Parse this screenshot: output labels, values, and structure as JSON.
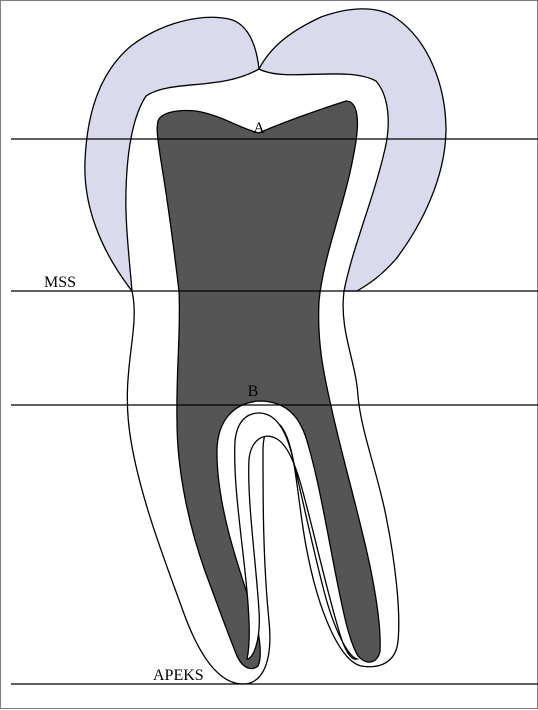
{
  "diagram": {
    "labels": {
      "a": "A",
      "mss": "MSS",
      "b": "B",
      "apex": "APEKS"
    },
    "colors": {
      "enamel": "#d9daeb",
      "dentin": "#ffffff",
      "pulp": "#555555",
      "outline": "#000000",
      "reference_lines": "#000000"
    }
  }
}
